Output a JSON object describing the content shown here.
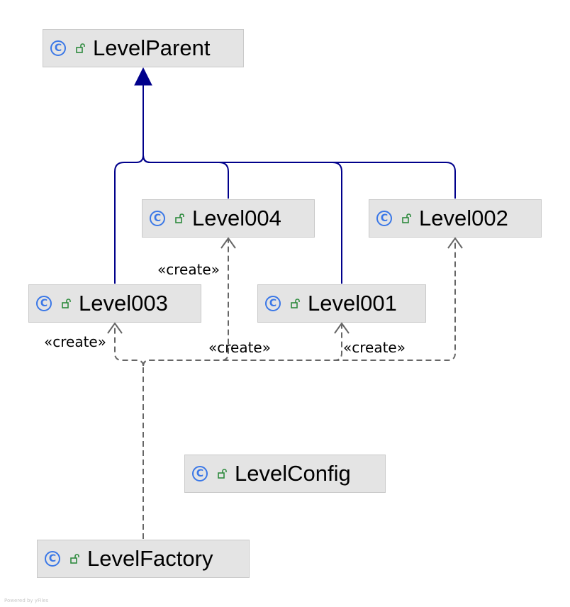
{
  "diagram": {
    "classes": {
      "level_parent": "LevelParent",
      "level_004": "Level004",
      "level_002": "Level002",
      "level_003": "Level003",
      "level_001": "Level001",
      "level_config": "LevelConfig",
      "level_factory": "LevelFactory"
    },
    "stereotypes": {
      "create_level003": "«create»",
      "create_level004": "«create»",
      "create_mid": "«create»",
      "create_right": "«create»"
    },
    "icons": {
      "class_icon": "class-c-icon",
      "visibility_icon": "public-unlocked-icon"
    },
    "colors": {
      "inheritance_edge": "#00008b",
      "dependency_edge": "#666666",
      "class_icon": "#3b78e7",
      "visibility_icon": "#2e8b3e",
      "node_fill": "#e4e4e4"
    }
  },
  "footer": {
    "text": "Powered by yFiles"
  }
}
